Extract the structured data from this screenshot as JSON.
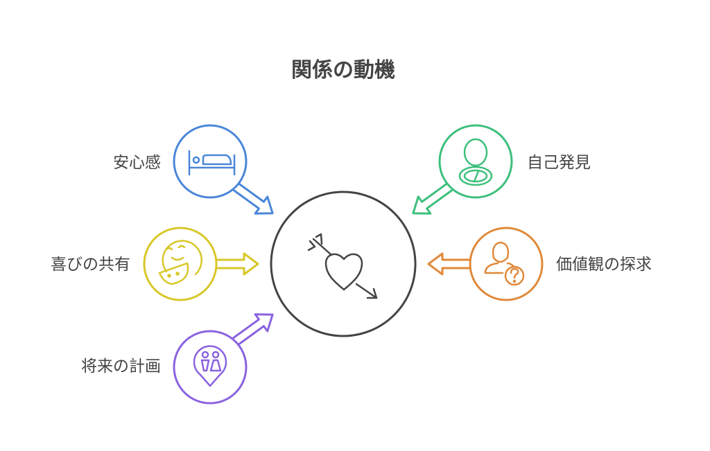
{
  "title": "関係の動機",
  "center": {
    "icon": "heart-arrow-icon",
    "color": "#444444"
  },
  "items": [
    {
      "label": "安心感",
      "icon": "bed-icon",
      "color": "#4a86d8"
    },
    {
      "label": "喜びの共有",
      "icon": "laughing-face-icon",
      "color": "#d8c72a"
    },
    {
      "label": "将来の計画",
      "icon": "couple-location-pin-icon",
      "color": "#8a63e0"
    },
    {
      "label": "自己発見",
      "icon": "person-mirror-icon",
      "color": "#3dbf7c"
    },
    {
      "label": "価値観の探求",
      "icon": "person-question-icon",
      "color": "#e0893a"
    }
  ]
}
